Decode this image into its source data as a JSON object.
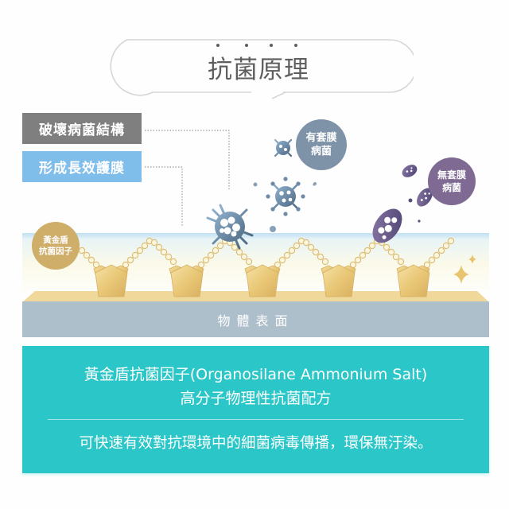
{
  "title": {
    "text": "抗菌原理",
    "emphasis_dots": 4
  },
  "labels": {
    "destroy_structure": "破壞病菌結構",
    "protective_film": "形成長效護膜"
  },
  "badges": {
    "gold_factor": {
      "line1": "黃金盾",
      "line2": "抗菌因子"
    },
    "enveloped_virus": {
      "line1": "有套膜",
      "line2": "病菌"
    },
    "nonenveloped_virus": {
      "line1": "無套膜",
      "line2": "病菌"
    }
  },
  "surface": {
    "label": "物體表面"
  },
  "info_panel": {
    "line1": "黃金盾抗菌因子(Organosilane Ammonium Salt)",
    "line2": "高分子物理性抗菌配方",
    "line3": "可快速有效對抗環境中的細菌病毒傳播，環保無汙染。"
  },
  "colors": {
    "title_text": "#5e5e5e",
    "label_gray": "#7f7f7f",
    "label_blue": "#7fbdea",
    "gold": "#cfae6a",
    "gold_light": "#f0d68f",
    "enveloped_virus": "#7f93a8",
    "nonenveloped_virus": "#7e6a92",
    "surface": "#aebfcc",
    "info_panel": "#2bc6c8"
  }
}
